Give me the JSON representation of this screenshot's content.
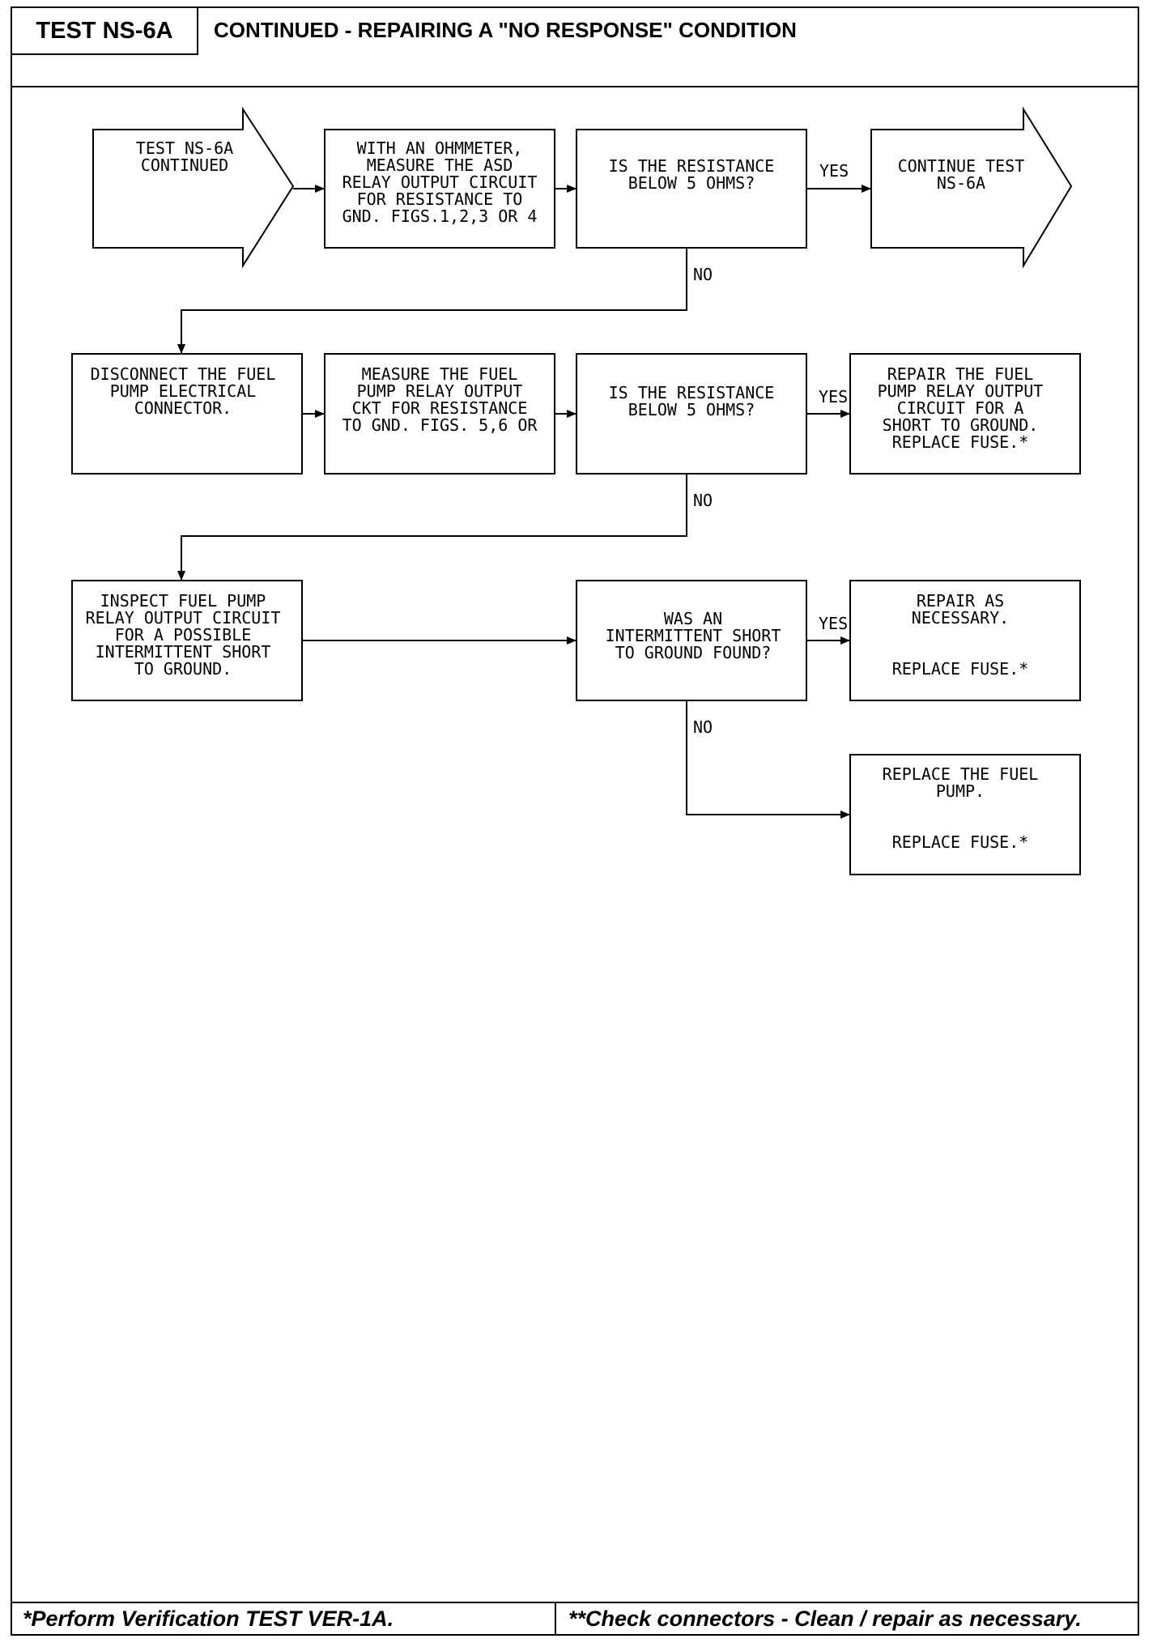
{
  "header": {
    "test_id": "TEST NS-6A",
    "title": "CONTINUED - REPAIRING A \"NO RESPONSE\" CONDITION"
  },
  "nodes": {
    "start": [
      "TEST NS-6A",
      "CONTINUED"
    ],
    "measure_asd": [
      "WITH AN OHMMETER,",
      "MEASURE THE ASD",
      "RELAY OUTPUT CIRCUIT",
      "FOR RESISTANCE TO",
      "GND. FIGS.1,2,3 OR 4"
    ],
    "decision_1": [
      "IS THE RESISTANCE",
      "BELOW 5 OHMS?"
    ],
    "continue_test": [
      "CONTINUE TEST",
      "NS-6A"
    ],
    "disconnect": [
      "DISCONNECT THE FUEL",
      "PUMP ELECTRICAL",
      "CONNECTOR."
    ],
    "measure_pump": [
      "MEASURE THE FUEL",
      "PUMP RELAY OUTPUT",
      "CKT FOR RESISTANCE",
      "TO GND. FIGS. 5,6 OR"
    ],
    "decision_2": [
      "IS THE RESISTANCE",
      "BELOW 5 OHMS?"
    ],
    "repair_pump_circuit": [
      "REPAIR THE FUEL",
      "PUMP RELAY OUTPUT",
      "CIRCUIT FOR A",
      "SHORT TO GROUND.",
      "REPLACE FUSE.*"
    ],
    "inspect": [
      "INSPECT FUEL PUMP",
      "RELAY OUTPUT CIRCUIT",
      "FOR A POSSIBLE",
      "INTERMITTENT SHORT",
      "TO GROUND."
    ],
    "decision_3": [
      "WAS AN",
      "INTERMITTENT SHORT",
      "TO GROUND FOUND?"
    ],
    "repair_as_necessary": [
      "REPAIR AS",
      "NECESSARY.",
      "",
      "",
      "REPLACE FUSE.*"
    ],
    "replace_pump": [
      "REPLACE THE FUEL",
      "PUMP.",
      "",
      "",
      "REPLACE FUSE.*"
    ]
  },
  "edge_labels": {
    "yes": "YES",
    "no": "NO"
  },
  "footer": {
    "left": "*Perform Verification TEST VER-1A.",
    "right": "**Check connectors - Clean / repair as necessary."
  },
  "colors": {
    "ink": "#000000",
    "paper": "#ffffff"
  }
}
